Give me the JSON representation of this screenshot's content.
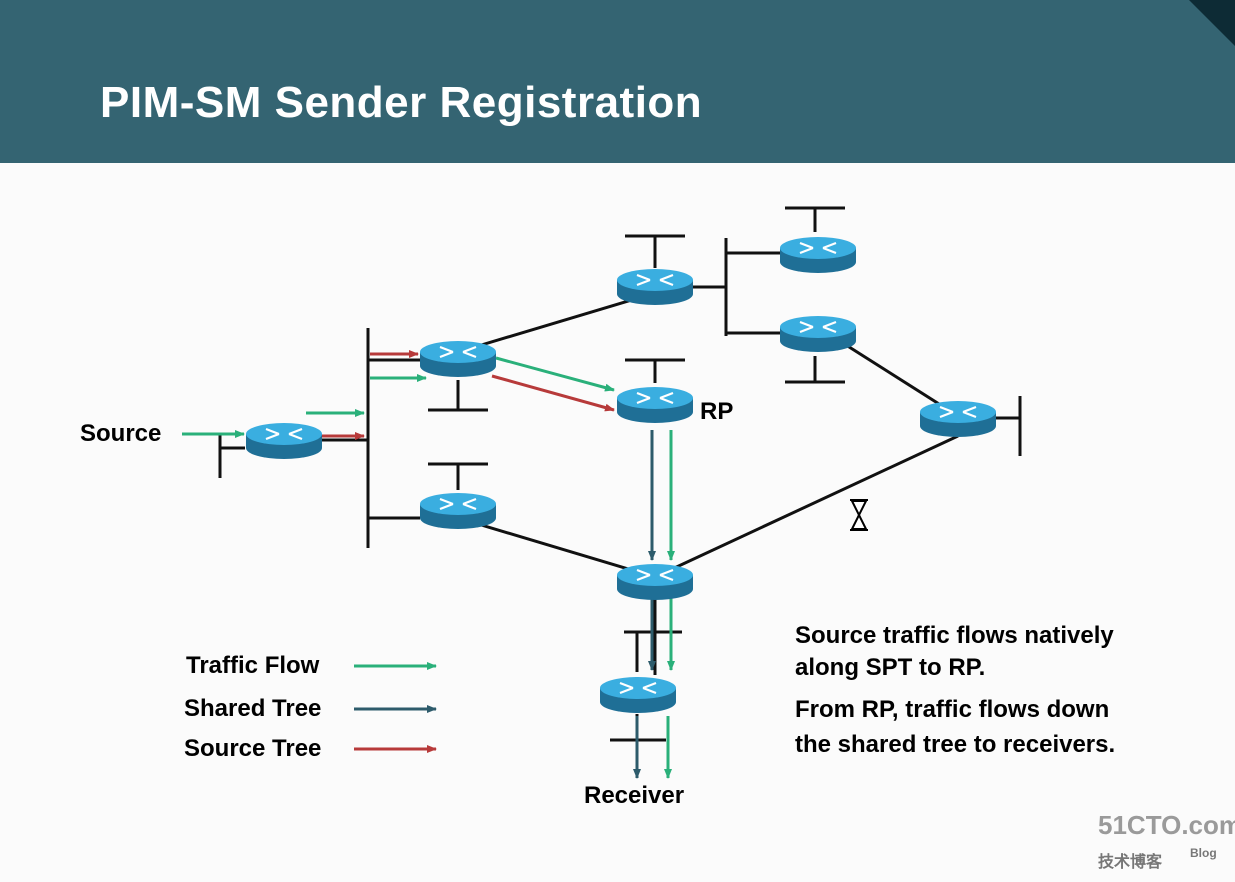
{
  "title": "PIM-SM Sender Registration",
  "labels": {
    "source": "Source",
    "rp": "RP",
    "receiver": "Receiver"
  },
  "legend": {
    "traffic_flow": "Traffic Flow",
    "shared_tree": "Shared Tree",
    "source_tree": "Source Tree"
  },
  "description": {
    "line1": "Source traffic flows natively",
    "line2": "along SPT to RP.",
    "line3": "From RP, traffic flows down",
    "line4": "the shared tree to receivers."
  },
  "watermark": {
    "site": "51CTO.com",
    "sub": "技术博客",
    "blog": "Blog"
  },
  "colors": {
    "header": "#346472",
    "traffic_flow": "#2ab07a",
    "shared_tree": "#2d5b6b",
    "source_tree": "#b73a3a",
    "router": "#2d9bd0"
  },
  "icons": {
    "router": "router-icon",
    "busy": "hourglass-icon"
  }
}
